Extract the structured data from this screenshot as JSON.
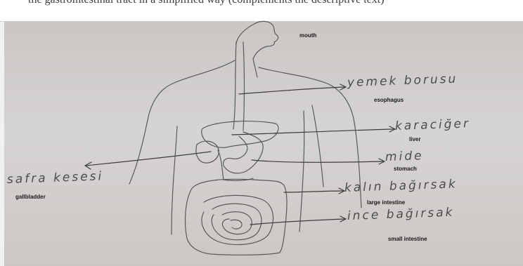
{
  "caption_top": "the gastrointestinal tract in a simplified way (complements the descriptive text)",
  "labels": {
    "mouth": "mouth",
    "esophagus": "esophagus",
    "liver": "liver",
    "stomach": "stomach",
    "gallbladder": "gallbladder",
    "large_intestine": "large intestine",
    "small_intestine": "small intestine"
  },
  "handwritten": {
    "esophagus": "yemek borusu",
    "liver": "karaciğer",
    "stomach": "mide",
    "gallbladder": "safra kesesi",
    "large_intestine": "kalın bağırsak",
    "small_intestine": "ince bağırsak"
  }
}
